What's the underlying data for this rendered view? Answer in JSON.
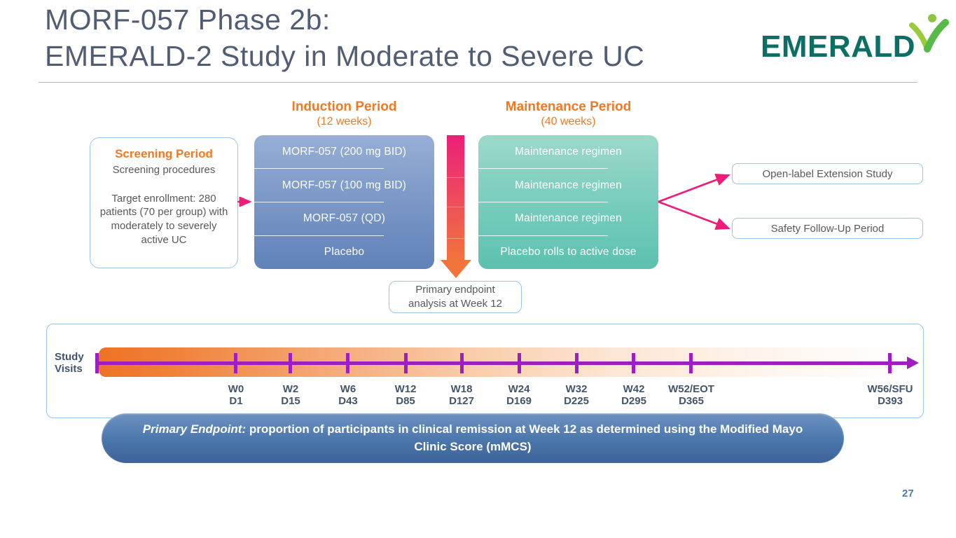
{
  "slide": {
    "title": {
      "line1": "MORF-057 Phase 2b:",
      "line2": "EMERALD-2 Study in Moderate to Severe UC"
    },
    "logo": {
      "text": "EMERALD"
    },
    "page_number": "27"
  },
  "periods": {
    "induction": {
      "title": "Induction Period",
      "duration": "(12 weeks)"
    },
    "maintenance": {
      "title": "Maintenance Period",
      "duration": "(40 weeks)"
    }
  },
  "screening": {
    "title": "Screening Period",
    "procedures": "Screening procedures",
    "enrollment": "Target enrollment: 280 patients (70 per group) with moderately to severely active UC"
  },
  "arms": {
    "induction": [
      "MORF-057 (200 mg BID)",
      "MORF-057 (100 mg BID)",
      "MORF-057 (QD)",
      "Placebo"
    ],
    "maintenance": [
      "Maintenance regimen",
      "Maintenance regimen",
      "Maintenance regimen",
      "Placebo rolls to active dose"
    ]
  },
  "post_study": {
    "open_label": "Open-label Extension Study",
    "safety_followup": "Safety Follow-Up Period"
  },
  "endpoint_callout": {
    "line1": "Primary endpoint",
    "line2": "analysis at Week 12"
  },
  "timeline": {
    "label": {
      "line1": "Study",
      "line2": "Visits"
    },
    "visits": [
      {
        "week": "W0",
        "day": "D1"
      },
      {
        "week": "W2",
        "day": "D15"
      },
      {
        "week": "W6",
        "day": "D43"
      },
      {
        "week": "W12",
        "day": "D85"
      },
      {
        "week": "W18",
        "day": "D127"
      },
      {
        "week": "W24",
        "day": "D169"
      },
      {
        "week": "W32",
        "day": "D225"
      },
      {
        "week": "W42",
        "day": "D295"
      },
      {
        "week": "W52/EOT",
        "day": "D365"
      },
      {
        "week": "W56/SFU",
        "day": "D393"
      }
    ]
  },
  "endpoint_banner": {
    "emphasis": "Primary Endpoint:",
    "text": " proportion of participants in clinical remission at Week 12 as determined using the Modified Mayo Clinic Score (mMCS)"
  },
  "colors": {
    "accent_orange": "#F07A24",
    "accent_magenta": "#EC1E79",
    "accent_purple": "#9E1FBF",
    "title_gray": "#515D72",
    "body_gray": "#595959",
    "label_navy": "#44546A",
    "border_blue": "#9DC3E6",
    "induction_blue_top": "#97AFD5",
    "induction_blue_bottom": "#6082B8",
    "maintenance_teal_top": "#9DD9CB",
    "maintenance_teal_bottom": "#5BC1AE",
    "banner_blue": "#4A76AB",
    "logo_teal": "#0D6E64",
    "logo_green": "#8CC63F"
  }
}
